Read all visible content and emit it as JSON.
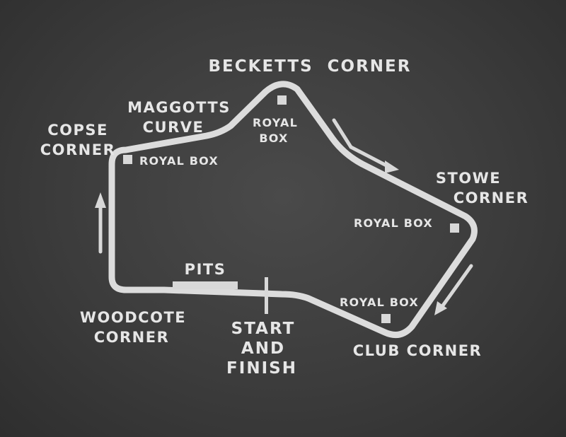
{
  "labels": {
    "becketts_corner": "BECKETTS  CORNER",
    "maggotts_curve": [
      "MAGGOTTS",
      "CURVE"
    ],
    "copse_corner": [
      "COPSE",
      "CORNER"
    ],
    "stowe_corner": [
      "STOWE",
      "CORNER"
    ],
    "woodcote_corner": [
      "WOODCOTE",
      "CORNER"
    ],
    "club_corner": "CLUB CORNER",
    "start_finish": [
      "START",
      "AND",
      "FINISH"
    ],
    "pits": "PITS",
    "royal_box": "ROYAL BOX",
    "royal_box_stacked": [
      "ROYAL",
      "BOX"
    ]
  },
  "colors": {
    "background": "#3c3c3c",
    "track": "#dcdcdc",
    "text": "#e6e6e6"
  },
  "icons": {
    "direction_arrow": "arrow-icon",
    "royal_box_marker": "square-marker-icon"
  }
}
